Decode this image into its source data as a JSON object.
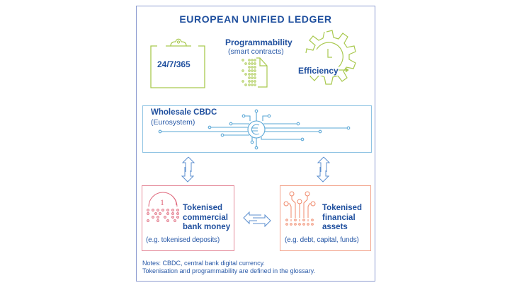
{
  "diagram": {
    "title": "EUROPEAN UNIFIED LEDGER",
    "features": [
      {
        "label": "24/7/365",
        "icon": "clipboard-icon"
      },
      {
        "label": "Programmability",
        "sublabel": "(smart contracts)",
        "icon": "smart-contract-document-icon"
      },
      {
        "label": "Efficiency",
        "icon": "gear-clock-icon"
      }
    ],
    "wholesale": {
      "label": "Wholesale CBDC",
      "sublabel": "(Eurosystem)",
      "icon": "euro-circuit-icon"
    },
    "tokenised_money": {
      "label_lines": [
        "Tokenised",
        "commercial",
        "bank money"
      ],
      "example": "(e.g. tokenised deposits)",
      "icon": "coin-tokens-icon"
    },
    "tokenised_assets": {
      "label_lines": [
        "Tokenised",
        "financial",
        "assets"
      ],
      "example": "(e.g. debt, capital, funds)",
      "icon": "circuit-tokens-icon"
    },
    "connectors": [
      {
        "from": "wholesale",
        "to": "tokenised_money",
        "type": "bidirectional-vertical"
      },
      {
        "from": "wholesale",
        "to": "tokenised_assets",
        "type": "bidirectional-vertical"
      },
      {
        "from": "tokenised_money",
        "to": "tokenised_assets",
        "type": "bidirectional-horizontal"
      }
    ],
    "notes": [
      "Notes:  CBDC, central bank digital currency.",
      "Tokenisation and programmability are defined in the glossary."
    ],
    "colors": {
      "title_blue": "#1f4f9e",
      "frame": "#8c9bd0",
      "feature_green": "#a9c94f",
      "cbdc_blue": "#5aa7d6",
      "money_red": "#e06a7e",
      "assets_orange": "#f08a6c",
      "arrow_blue": "#5c8fcf"
    }
  }
}
